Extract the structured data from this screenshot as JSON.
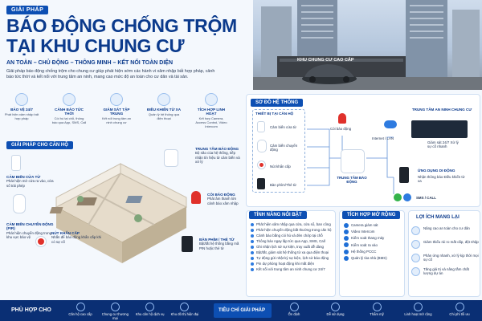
{
  "header": {
    "badge": "GIẢI PHÁP",
    "title_line1": "BÁO ĐỘNG CHỐNG TRỘM",
    "title_line2": "TẠI KHU CHUNG CƯ",
    "tagline": "AN TOÀN – CHỦ ĐỘNG – THÔNG MINH – KẾT NỐI TOÀN DIỆN",
    "intro": "Giải pháp báo động chống trộm cho chung cư giúp phát hiện sớm các hành vi xâm nhập bất hợp pháp, cảnh báo tức thời và kết nối với trung tâm an ninh, mang cao mức độ an toàn cho cư dân và tài sản."
  },
  "hero": {
    "sign": "KHU CHUNG CƯ CAO CẤP"
  },
  "features": [
    {
      "title": "BẢO VỆ 24/7",
      "desc": "Phát hiện xâm nhập bất hợp pháp"
    },
    {
      "title": "CẢNH BÁO TỨC THỜI",
      "desc": "Còi hú tại chỗ, thông báo qua App, SMS, Call"
    },
    {
      "title": "GIÁM SÁT TẬP TRUNG",
      "desc": "Kết nối trung tâm an ninh chung cư"
    },
    {
      "title": "ĐIỀU KHIỂN TỪ XA",
      "desc": "Quản lý hệ thống qua điện thoại"
    },
    {
      "title": "TÍCH HỢP LINH HOẠT",
      "desc": "Kết hợp Camera, Access Control, Video Intercom"
    }
  ],
  "apartment": {
    "heading": "GIẢI PHÁP CHO CĂN HỘ",
    "door_sensor": {
      "title": "CẢM BIẾN CỬA TỪ",
      "desc": "Phát hiện mở cửa ra vào, cửa sổ trái phép"
    },
    "motion_sensor": {
      "title": "CẢM BIẾN CHUYỂN ĐỘNG (PIR)",
      "desc": "Phát hiện chuyển động trong khu vực bảo vệ"
    },
    "panic_button": {
      "title": "NÚT KHẨN CẤP",
      "desc": "Nhấn để báo động khẩn cấp khi có sự cố"
    },
    "alarm_center": {
      "title": "TRUNG TÂM BÁO ĐỘNG",
      "desc": "Bộ não của hệ thống, tiếp nhận tín hiệu từ cảm biến và xử lý"
    },
    "siren": {
      "title": "CÒI BÁO ĐỘNG",
      "desc": "Phát âm thanh lớn cảnh báo xâm nhập"
    },
    "keypad": {
      "title": "BÀN PHÍM / THẺ TỪ",
      "desc": "Bật/tắt hệ thống bằng mã PIN hoặc thẻ từ"
    }
  },
  "diagram": {
    "heading": "SƠ ĐỒ HỆ THỐNG",
    "group_title": "THIẾT BỊ TẠI CĂN HỘ",
    "devices": [
      "Cảm biến cửa từ",
      "Cảm biến chuyển động",
      "Nút khẩn cấp",
      "Bàn phím/Thẻ từ"
    ],
    "siren_label": "Còi báo động",
    "center_label": "TRUNG TÂM BÁO ĐỘNG",
    "link_label": "Internet / LAN",
    "security": {
      "title": "TRUNG TÂM AN NINH CHUNG CƯ",
      "desc": "Giám sát 24/7 Xử lý sự cố nhanh"
    },
    "app": {
      "title": "ỨNG DỤNG DI ĐỘNG",
      "desc": "Nhận thông báo Điều khiển từ xa"
    },
    "sms_label": "SMS / CALL"
  },
  "highlights": {
    "heading": "TÍNH NĂNG NỔI BẬT",
    "items": [
      "Phát hiện xâm nhập qua cửa, cửa sổ, ban công",
      "Phát hiện chuyển động bất thường trong căn hộ",
      "Cảnh báo bằng còi hú và đèn chớp tại chỗ",
      "Thông báo ngay lập tức qua App, SMS, Call",
      "Ghi nhận lịch sử sự kiện, truy xuất dễ dàng",
      "Bật/tắt, giám sát hệ thống từ xa qua điện thoại",
      "Tự động gửi nhật ký sự kiện, lịch sử báo động",
      "Pin dự phòng hoạt động khi mất điện",
      "Kết nối với trung tâm an ninh chung cư 24/7"
    ]
  },
  "integrations": {
    "heading": "TÍCH HỢP MỞ RỘNG",
    "items": [
      "Camera giám sát",
      "Video Intercom",
      "Kiểm soát thang máy",
      "Kiểm soát ra vào",
      "Hệ thống PCCC",
      "Quản lý tòa nhà (BMS)"
    ]
  },
  "benefits": {
    "heading": "LỢI ÍCH MANG LẠI",
    "items": [
      "Nâng cao an toàn cho cư dân",
      "Giảm thiểu rủi ro mất cắp, đột nhập",
      "Phản ứng nhanh, xử lý kịp thời mọi sự cố",
      "Tăng giá trị và nâng tầm chất lượng dự án"
    ]
  },
  "footer": {
    "suit_label": "PHÙ HỢP CHO",
    "suit_items": [
      "Căn hộ cao cấp",
      "Chung cư thương mại",
      "Khu căn hộ dịch vụ",
      "Khu đô thị hiện đại"
    ],
    "criteria_label": "TIÊU CHÍ GIẢI PHÁP",
    "criteria_items": [
      "Ổn định",
      "Dễ sử dụng",
      "Thẩm mỹ",
      "Linh hoạt mở rộng",
      "Chi phí tối ưu"
    ]
  },
  "colors": {
    "primary": "#0d4fb3",
    "navy": "#0a2f74",
    "accent_red": "#e0312b",
    "bg": "#f4f8fd"
  }
}
